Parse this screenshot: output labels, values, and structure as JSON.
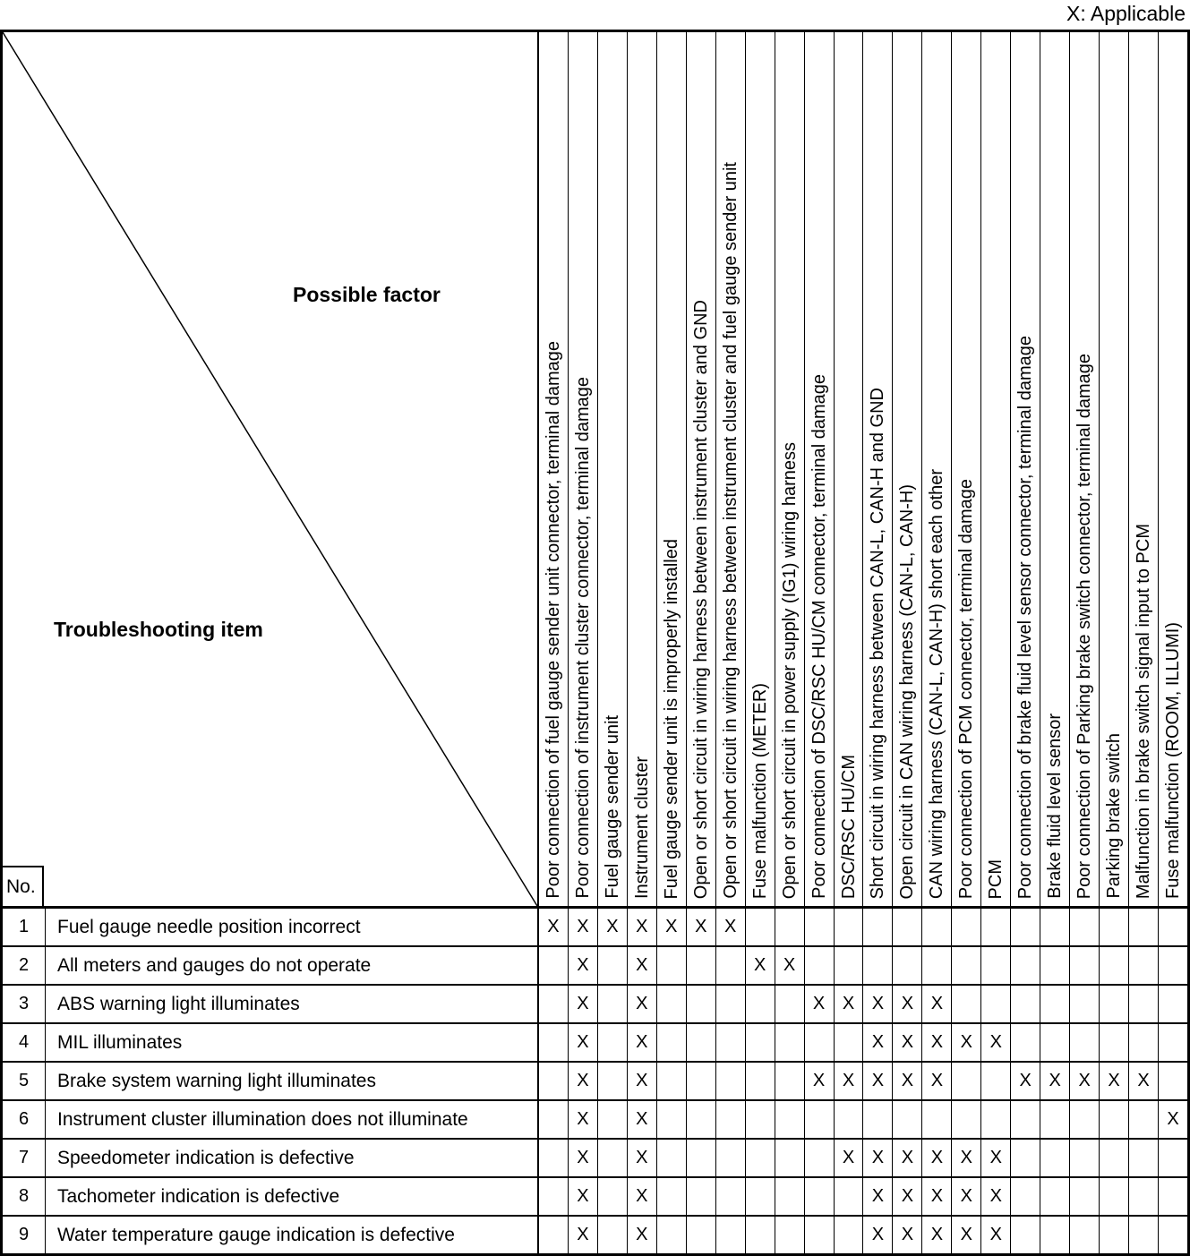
{
  "legend": "X: Applicable",
  "header": {
    "possible_factor_label": "Possible factor",
    "troubleshooting_item_label": "Troubleshooting item",
    "no_label": "No."
  },
  "applicable_mark": "X",
  "table": {
    "columns": [
      "Poor connection of fuel gauge sender unit connector, terminal damage",
      "Poor connection of instrument cluster connector, terminal damage",
      "Fuel gauge sender unit",
      "Instrument cluster",
      "Fuel gauge sender unit is improperly installed",
      "Open or short circuit in wiring harness between instrument cluster and GND",
      "Open or short circuit in wiring harness between instrument cluster and fuel gauge sender unit",
      "Fuse malfunction (METER)",
      "Open or short circuit in power supply (IG1) wiring harness",
      "Poor connection of DSC/RSC HU/CM connector, terminal damage",
      "DSC/RSC HU/CM",
      "Short circuit in wiring harness between CAN-L, CAN-H and GND",
      "Open circuit in CAN wiring harness (CAN-L, CAN-H)",
      "CAN wiring harness (CAN-L, CAN-H) short each other",
      "Poor connection of PCM connector, terminal damage",
      "PCM",
      "Poor connection of brake fluid level sensor connector, terminal damage",
      "Brake fluid level sensor",
      "Poor connection of Parking brake switch connector, terminal damage",
      "Parking brake switch",
      "Malfunction in brake switch signal input to PCM",
      "Fuse malfunction (ROOM, ILLUMI)"
    ],
    "rows": [
      {
        "no": "1",
        "item": "Fuel gauge needle position incorrect",
        "marks": [
          "X",
          "X",
          "X",
          "X",
          "X",
          "X",
          "X",
          "",
          "",
          "",
          "",
          "",
          "",
          "",
          "",
          "",
          "",
          "",
          "",
          "",
          "",
          ""
        ]
      },
      {
        "no": "2",
        "item": "All meters and gauges do not operate",
        "marks": [
          "",
          "X",
          "",
          "X",
          "",
          "",
          "",
          "X",
          "X",
          "",
          "",
          "",
          "",
          "",
          "",
          "",
          "",
          "",
          "",
          "",
          "",
          ""
        ]
      },
      {
        "no": "3",
        "item": "ABS warning light illuminates",
        "marks": [
          "",
          "X",
          "",
          "X",
          "",
          "",
          "",
          "",
          "",
          "X",
          "X",
          "X",
          "X",
          "X",
          "",
          "",
          "",
          "",
          "",
          "",
          "",
          ""
        ]
      },
      {
        "no": "4",
        "item": "MIL illuminates",
        "marks": [
          "",
          "X",
          "",
          "X",
          "",
          "",
          "",
          "",
          "",
          "",
          "",
          "X",
          "X",
          "X",
          "X",
          "X",
          "",
          "",
          "",
          "",
          "",
          ""
        ]
      },
      {
        "no": "5",
        "item": "Brake system warning light illuminates",
        "marks": [
          "",
          "X",
          "",
          "X",
          "",
          "",
          "",
          "",
          "",
          "X",
          "X",
          "X",
          "X",
          "X",
          "",
          "",
          "X",
          "X",
          "X",
          "X",
          "X",
          ""
        ]
      },
      {
        "no": "6",
        "item": "Instrument cluster illumination does not illuminate",
        "marks": [
          "",
          "X",
          "",
          "X",
          "",
          "",
          "",
          "",
          "",
          "",
          "",
          "",
          "",
          "",
          "",
          "",
          "",
          "",
          "",
          "",
          "",
          "X"
        ]
      },
      {
        "no": "7",
        "item": "Speedometer indication is defective",
        "marks": [
          "",
          "X",
          "",
          "X",
          "",
          "",
          "",
          "",
          "",
          "",
          "X",
          "X",
          "X",
          "X",
          "X",
          "X",
          "",
          "",
          "",
          "",
          "",
          ""
        ]
      },
      {
        "no": "8",
        "item": "Tachometer indication is defective",
        "marks": [
          "",
          "X",
          "",
          "X",
          "",
          "",
          "",
          "",
          "",
          "",
          "",
          "X",
          "X",
          "X",
          "X",
          "X",
          "",
          "",
          "",
          "",
          "",
          ""
        ]
      },
      {
        "no": "9",
        "item": "Water temperature gauge indication is defective",
        "marks": [
          "",
          "X",
          "",
          "X",
          "",
          "",
          "",
          "",
          "",
          "",
          "",
          "X",
          "X",
          "X",
          "X",
          "X",
          "",
          "",
          "",
          "",
          "",
          ""
        ]
      }
    ]
  }
}
